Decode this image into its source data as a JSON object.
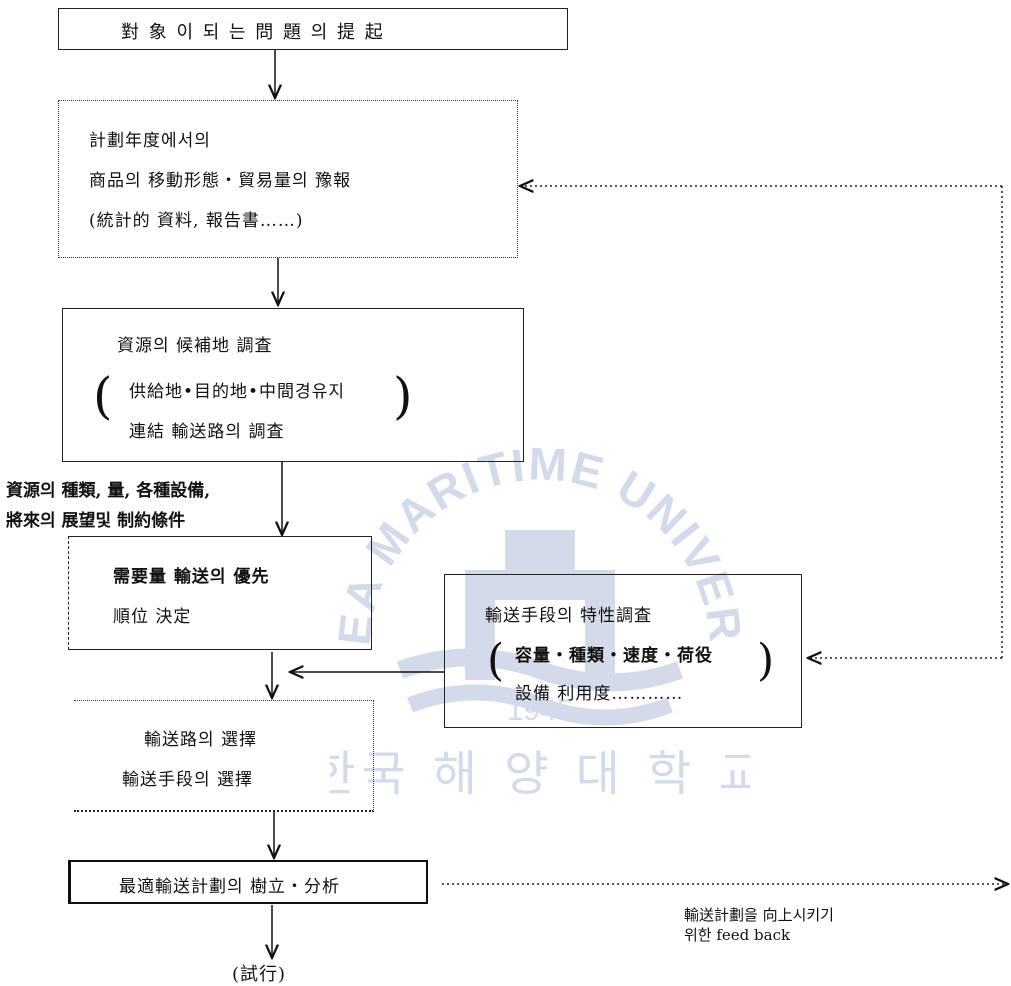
{
  "watermark": {
    "arc_text": "KOREA MARITIME UNIVERSITY",
    "year": "1945",
    "korean_text": "한국 해 양 대 학 교",
    "color": "#3b5fa8"
  },
  "boxes": {
    "problem": {
      "label": "對 象 이  되 는  問 題 의  提 起"
    },
    "forecast": {
      "line1": "計劃年度에서의",
      "line2": "商品의  移動形態・貿易量의  豫報",
      "line3": "(統計的 資料, 報告書……)"
    },
    "survey": {
      "title": "資源의  候補地  調査",
      "line1": "供給地•目的地•中間경유지",
      "line2": "連結  輸送路의  調査",
      "paren_open": "(",
      "paren_close": ")"
    },
    "side_note": {
      "line1": "資源의  種類, 量, 各種設備,",
      "line2": "將來의  展望및  制約條件"
    },
    "priority": {
      "line1": "需要量  輸送의  優先",
      "line2": "順位   決定"
    },
    "transport": {
      "title": "輸送手段의  特性調査",
      "line1": "容量・種類・速度・荷役",
      "line2": "設備  利用度…………",
      "paren_open": "(",
      "paren_close": ")"
    },
    "selection": {
      "line1": "輸送路의   選擇",
      "line2": "輸送手段의   選擇"
    },
    "plan": {
      "label": "最適輸送計劃의  樹立・分析"
    },
    "feedback": {
      "line1": "輸送計劃을  向上시키기",
      "line2": "위한  feed  back"
    },
    "trial": {
      "label": "(試行)"
    }
  }
}
